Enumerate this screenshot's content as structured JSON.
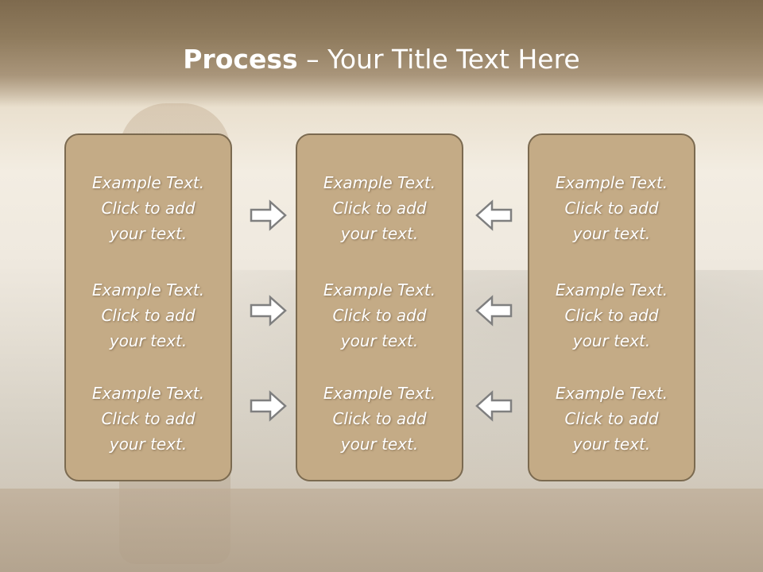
{
  "slide": {
    "title_bold": "Process",
    "title_rest": " – Your Title Text Here"
  },
  "columns": [
    {
      "blocks": [
        {
          "line1": "Example Text.",
          "line2": "Click  to add",
          "line3": "your text."
        },
        {
          "line1": "Example Text.",
          "line2": "Click  to add",
          "line3": "your text."
        },
        {
          "line1": "Example Text.",
          "line2": "Click  to add",
          "line3": "your text."
        }
      ]
    },
    {
      "blocks": [
        {
          "line1": "Example Text.",
          "line2": "Click  to add",
          "line3": "your text."
        },
        {
          "line1": "Example Text.",
          "line2": "Click  to add",
          "line3": "your text."
        },
        {
          "line1": "Example Text.",
          "line2": "Click  to add",
          "line3": "your text."
        }
      ]
    },
    {
      "blocks": [
        {
          "line1": "Example Text.",
          "line2": "Click  to add",
          "line3": "your text."
        },
        {
          "line1": "Example Text.",
          "line2": "Click  to add",
          "line3": "your text."
        },
        {
          "line1": "Example Text.",
          "line2": "Click  to add",
          "line3": "your text."
        }
      ]
    }
  ],
  "icons": {
    "right_arrow": "arrow-right-icon",
    "left_arrow": "arrow-left-icon"
  },
  "colors": {
    "box_fill": "#c4ab86",
    "box_border": "#7b6a50",
    "arrow_stroke": "#7f7f7f",
    "text": "#ffffff"
  }
}
